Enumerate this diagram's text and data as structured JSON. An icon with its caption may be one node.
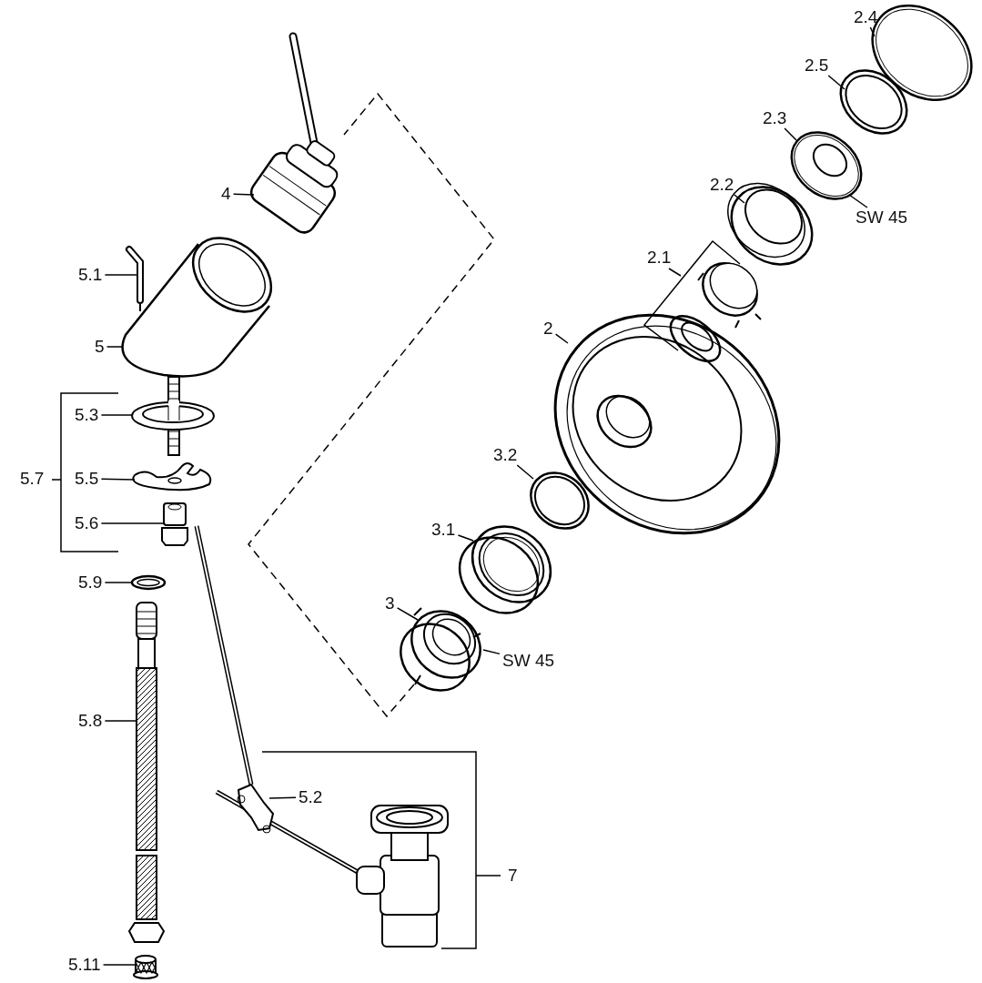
{
  "diagram": {
    "nodes": [
      {
        "text": [
          "2.4"
        ]
      },
      {
        "text": [],
        "shape": "picture"
      },
      {
        "text": [
          "2.5"
        ]
      },
      {
        "text": [],
        "shape": "picture"
      },
      {
        "text": [
          "2.3"
        ]
      },
      {
        "text": [],
        "shape": "picture"
      },
      {
        "text": [
          "SW 45"
        ]
      },
      {
        "text": [
          "2.2"
        ]
      },
      {
        "text": [],
        "shape": "picture"
      },
      {
        "text": [
          "4"
        ]
      },
      {
        "text": [],
        "shape": "picture"
      },
      {
        "text": [
          "5.1"
        ]
      },
      {
        "text": [],
        "shape": "picture"
      },
      {
        "text": [
          "2"
        ]
      },
      {
        "text": [],
        "shape": "picture"
      },
      {
        "text": [
          "5"
        ]
      },
      {
        "text": [],
        "shape": "picture"
      },
      {
        "text": [
          "5.3"
        ]
      },
      {
        "text": [],
        "shape": "picture"
      },
      {
        "text": [
          "5.5"
        ]
      },
      {
        "text": [],
        "shape": "picture"
      },
      {
        "text": [
          "3.2"
        ]
      },
      {
        "text": [],
        "shape": "picture"
      },
      {
        "text": [
          "5.6"
        ]
      },
      {
        "text": [],
        "shape": "picture"
      },
      {
        "text": [
          "3.1"
        ]
      },
      {
        "text": [],
        "shape": "picture"
      },
      {
        "text": [
          "5.9"
        ]
      },
      {
        "text": [],
        "shape": "picture"
      },
      {
        "text": [
          "3"
        ]
      },
      {
        "text": [],
        "shape": "picture"
      },
      {
        "text": [
          "SW 45"
        ]
      },
      {
        "text": [
          "5.8"
        ]
      },
      {
        "text": [],
        "shape": "picture"
      },
      {
        "text": [
          "5.2"
        ]
      },
      {
        "text": [],
        "shape": "picture"
      },
      {
        "text": [
          "5.11"
        ]
      },
      {
        "text": [],
        "shape": "picture"
      }
    ],
    "edges": [
      {
        "from": 0,
        "to": 1,
        "arrow": "none"
      },
      {
        "from": 2,
        "to": 3,
        "arrow": "none"
      },
      {
        "from": 4,
        "to": 5,
        "arrow": "none"
      },
      {
        "from": 6,
        "to": 5,
        "arrow": "none"
      },
      {
        "from": 7,
        "to": 8,
        "arrow": "none"
      },
      {
        "from": 9,
        "to": 10,
        "arrow": "none"
      },
      {
        "from": 11,
        "to": 12,
        "arrow": "none"
      },
      {
        "from": 13,
        "to": 14,
        "arrow": "none"
      },
      {
        "from": 15,
        "to": 16,
        "arrow": "none"
      },
      {
        "from": 17,
        "to": 18,
        "arrow": "none"
      },
      {
        "from": 19,
        "to": 20,
        "arrow": "none"
      },
      {
        "from": 21,
        "to": 22,
        "arrow": "none"
      },
      {
        "from": 23,
        "to": 24,
        "arrow": "none"
      },
      {
        "from": 25,
        "to": 26,
        "arrow": "none"
      },
      {
        "from": 27,
        "to": 28,
        "arrow": "none"
      },
      {
        "from": 29,
        "to": 30,
        "arrow": "none"
      },
      {
        "from": 31,
        "to": 30,
        "arrow": "none"
      },
      {
        "from": 32,
        "to": 33,
        "arrow": "none"
      },
      {
        "from": 34,
        "to": 35,
        "arrow": "none"
      },
      {
        "from": 36,
        "to": 37,
        "arrow": "none"
      }
    ],
    "labels": [
      "2.1",
      "5.7",
      "7"
    ]
  }
}
